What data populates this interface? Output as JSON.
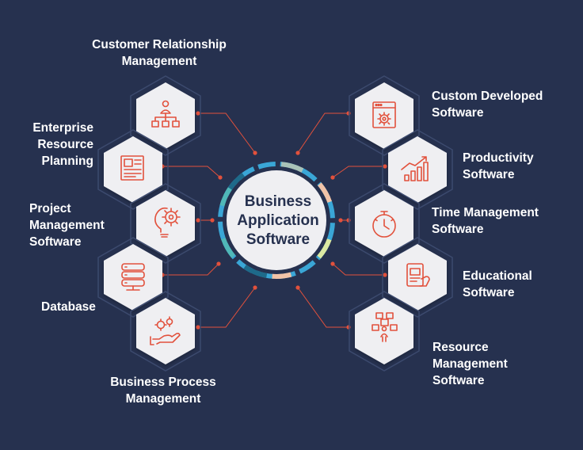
{
  "center": {
    "title": "Business\nApplication\nSoftware"
  },
  "colors": {
    "background": "#26314f",
    "hexagon_fill": "#efeff2",
    "hexagon_outline": "#3c4a6e",
    "icon_red": "#e2513c",
    "connector": "#e2513c",
    "ring_dark": "#1e6a8a",
    "ring_blue": "#3aa6d6",
    "ring_teal": "#50b8b8",
    "ring_sage": "#a9c2b8",
    "ring_peach": "#f1c3a8",
    "ring_lime": "#dbe9a2"
  },
  "left_items": [
    {
      "label": "Customer Relationship\nManagement",
      "icon": "org-chart-icon"
    },
    {
      "label": "Enterprise\nResource\nPlanning",
      "icon": "document-list-icon"
    },
    {
      "label": "Project\nManagement\nSoftware",
      "icon": "lightbulb-gear-icon"
    },
    {
      "label": "Database",
      "icon": "database-icon"
    },
    {
      "label": "Business Process\nManagement",
      "icon": "hand-gears-icon"
    }
  ],
  "right_items": [
    {
      "label": "Custom Developed\nSoftware",
      "icon": "browser-gear-icon"
    },
    {
      "label": "Productivity\nSoftware",
      "icon": "growth-chart-icon"
    },
    {
      "label": "Time Management\nSoftware",
      "icon": "stopwatch-icon"
    },
    {
      "label": "Educational\nSoftware",
      "icon": "tablet-hand-icon"
    },
    {
      "label": "Resource\nManagement\nSoftware",
      "icon": "cubes-person-icon"
    }
  ]
}
